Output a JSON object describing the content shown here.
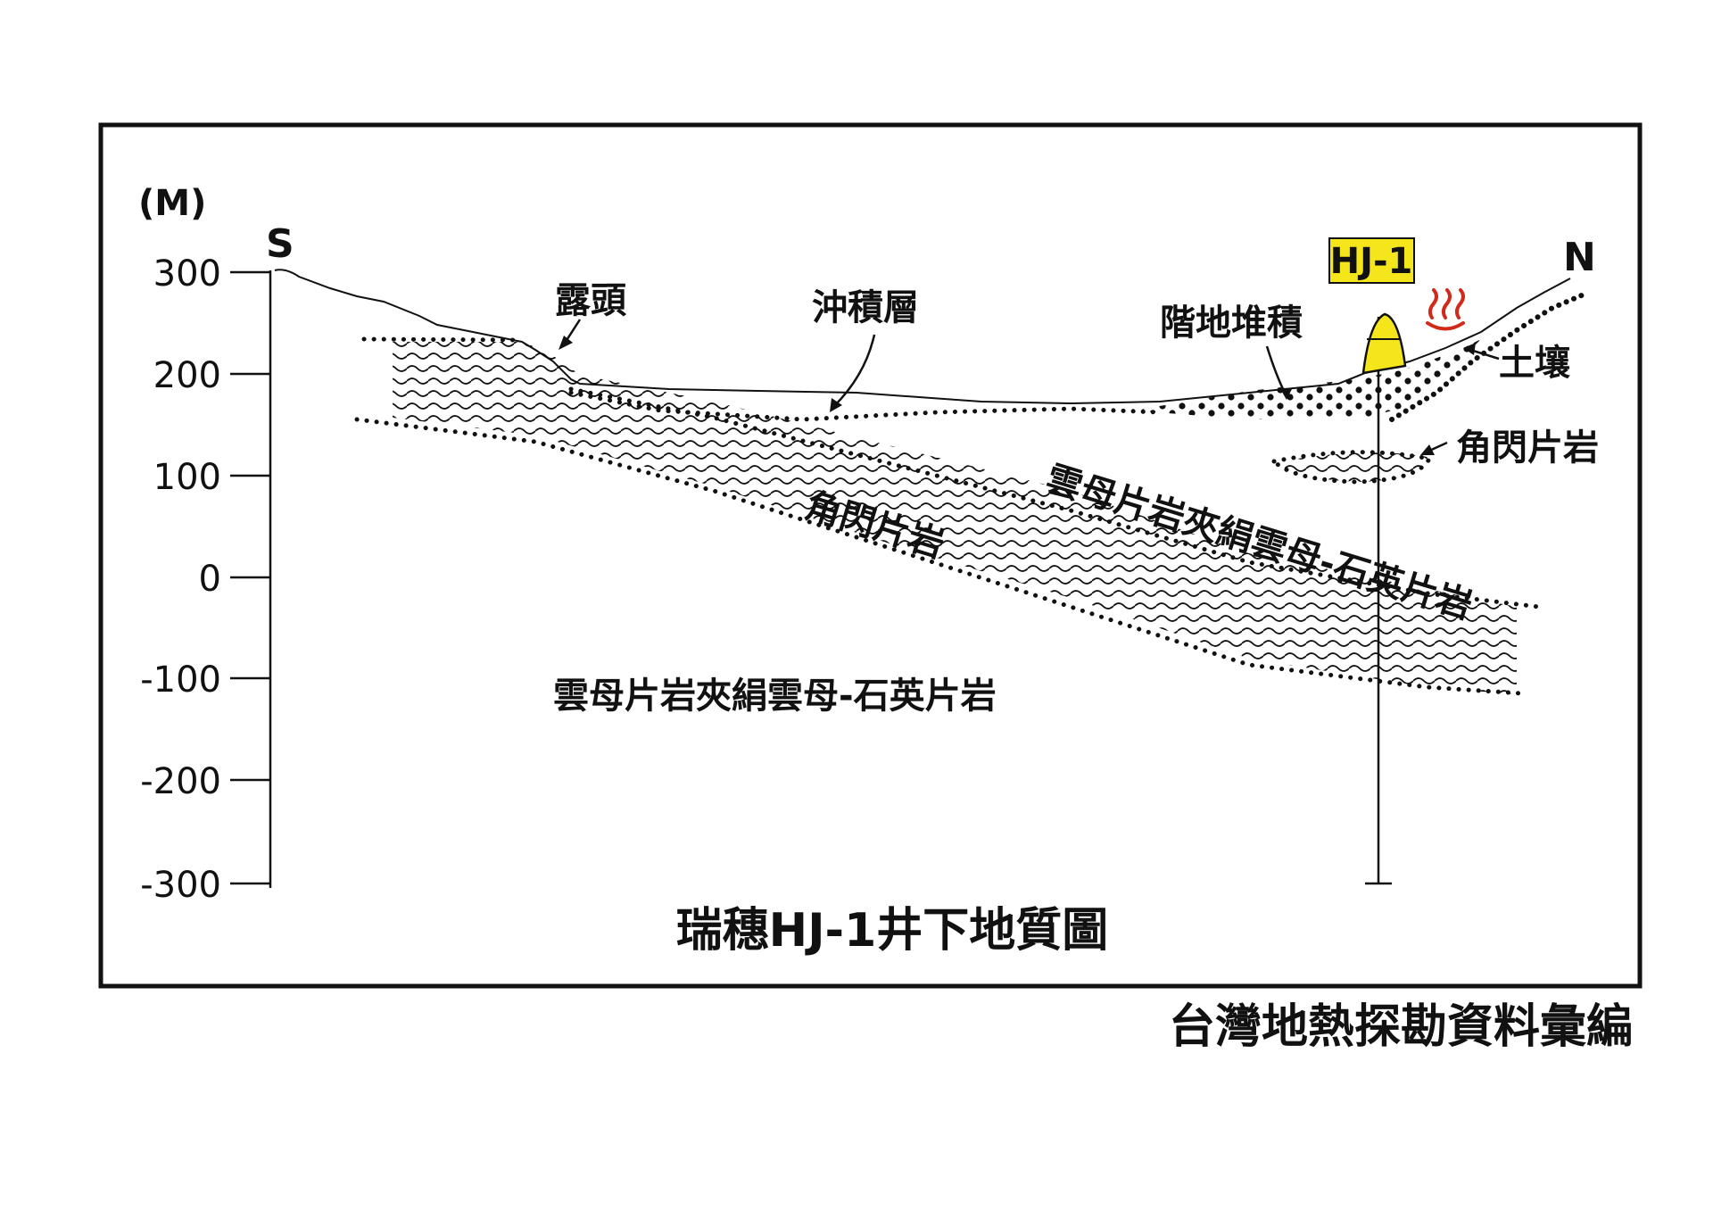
{
  "figure": {
    "title": "瑞穗HJ-1井下地質圖",
    "source": "台灣地熱探勘資料彙編",
    "unit_label": "(M)",
    "axis_ticks": [
      "300",
      "200",
      "100",
      "0",
      "-100",
      "-200",
      "-300"
    ],
    "direction_south": "S",
    "direction_north": "N",
    "well_name": "HJ-1",
    "hot_spring_icon": "hot-spring-icon",
    "colors": {
      "well_fill": "#f5e61c",
      "well_label_bg": "#f5e61c",
      "hot_spring": "#d12a1a",
      "line": "#111111"
    }
  },
  "labels": {
    "outcrop": "露頭",
    "alluvium": "沖積層",
    "terrace": "階地堆積",
    "soil": "土壤",
    "amphibolite_right": "角閃片岩",
    "amphibolite_band": "角閃片岩",
    "mica_schist_upper": "雲母片岩夾絹雲母-石英片岩",
    "mica_schist_lower": "雲母片岩夾絹雲母-石英片岩"
  }
}
